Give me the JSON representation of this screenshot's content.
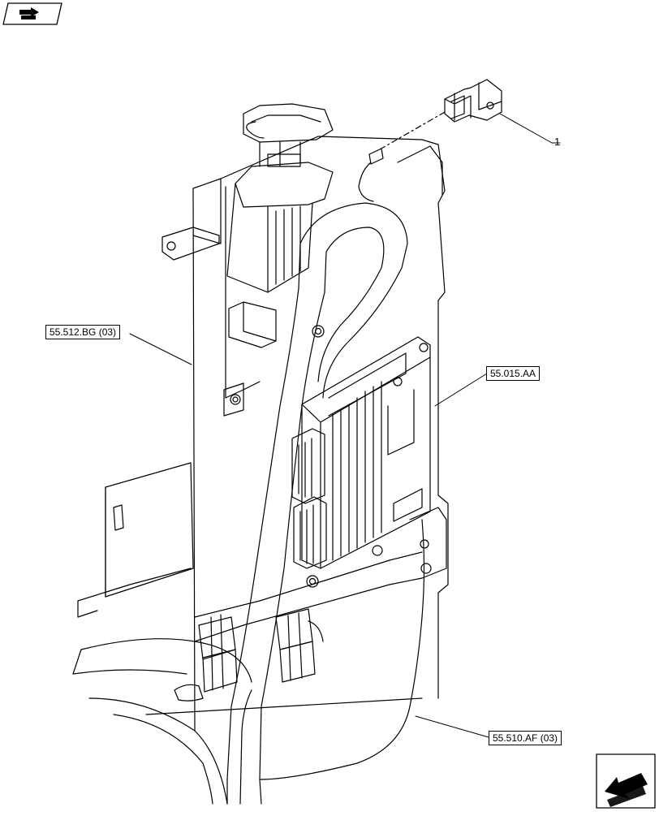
{
  "diagram": {
    "callouts": [
      {
        "label": "1"
      }
    ],
    "references": [
      {
        "label": "55.512.BG (03)"
      },
      {
        "label": "55.015.AA"
      },
      {
        "label": "55.510.AF (03)"
      }
    ],
    "icons": {
      "top_left": "component-view-icon",
      "bottom_right": "next-page-arrow-icon"
    }
  }
}
